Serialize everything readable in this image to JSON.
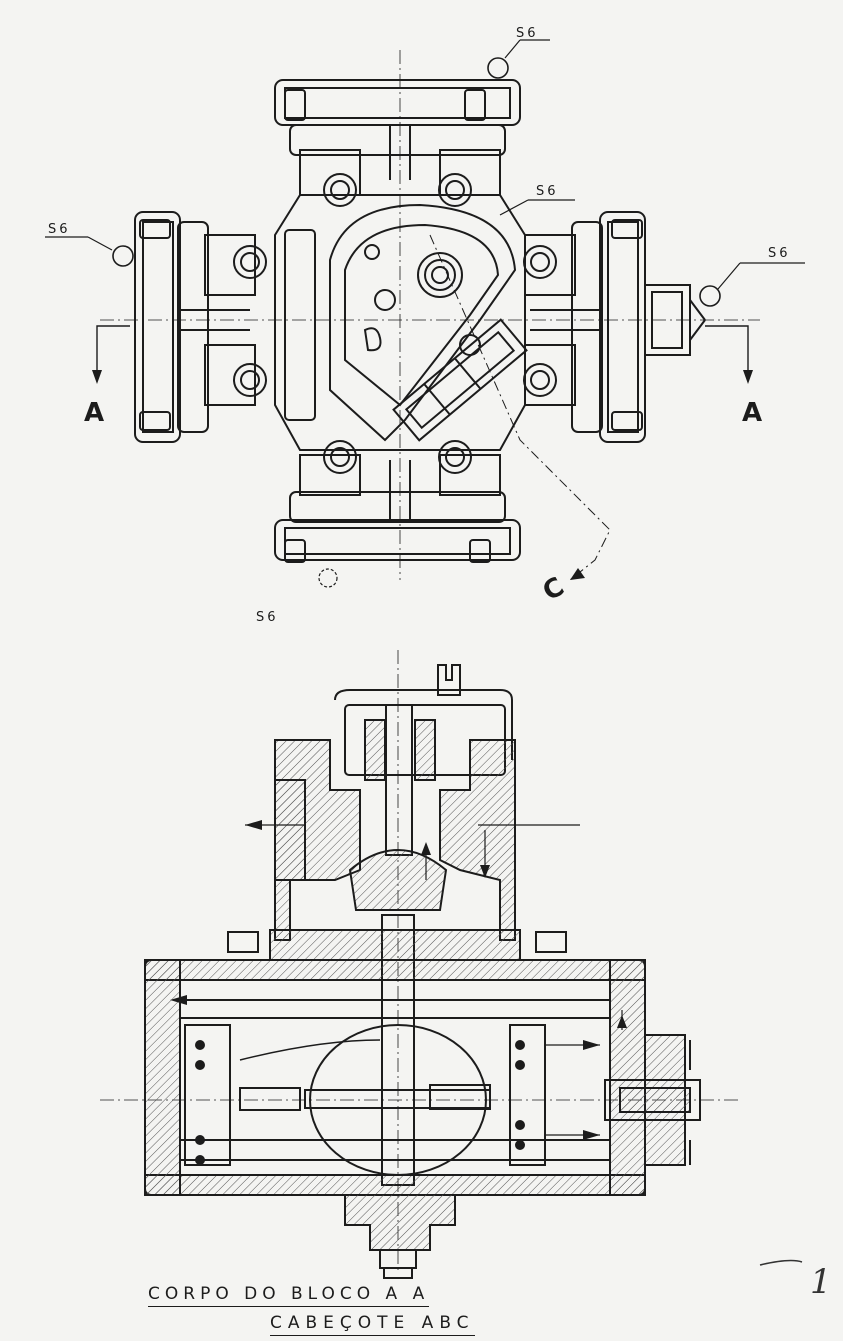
{
  "drawing": {
    "callouts": {
      "s6_top": "S6",
      "s6_left": "S6",
      "s6_center": "S6",
      "s6_right": "S6",
      "s6_loose": "S6"
    },
    "section_marks": {
      "a_left": "A",
      "a_right": "A",
      "c": "C"
    },
    "titles": {
      "line1": "CORPO DO BLOCO   A A",
      "line2": "CABEÇOTE  ABC"
    },
    "sheet_number": "1"
  },
  "colors": {
    "ink": "#1c1c1c",
    "paper": "#f4f4f2",
    "hatch": "#555555"
  }
}
